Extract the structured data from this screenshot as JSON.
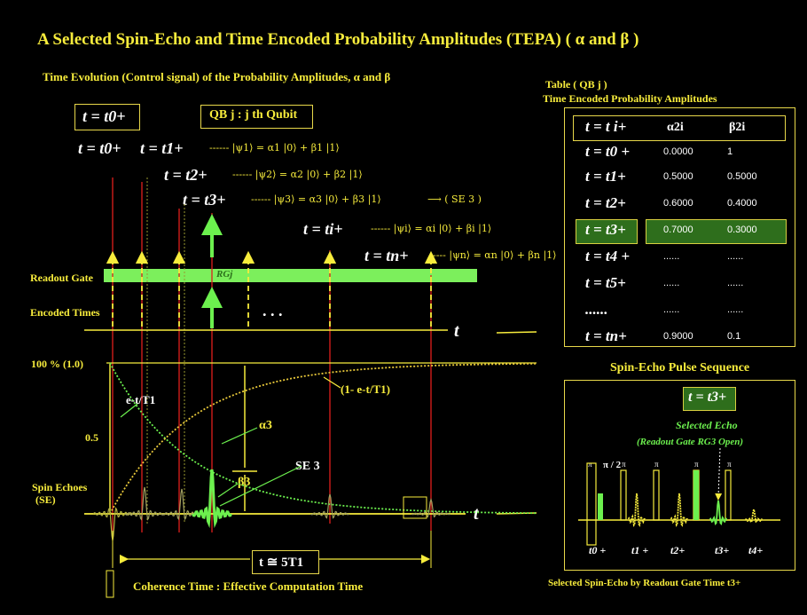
{
  "title": "A Selected Spin-Echo and Time Encoded Probability Amplitudes (TEPA) ( α and β )",
  "subtitle": "Time Evolution (Control signal) of the Probability Amplitudes, α and β",
  "t0_box": "t = t0+",
  "qbit_box": "QB j : j th Qubit",
  "time_labels": {
    "t0a": "t = t0+",
    "t1": "t = t1+",
    "t2": "t = t2+",
    "t3": "t = t3+",
    "ti": "t = ti+",
    "tn": "t = tn+"
  },
  "states": {
    "s1": "------ |ψ1⟩ = α1 |0⟩ + β1 |1⟩",
    "s2": "------ |ψ2⟩ = α2 |0⟩ + β2 |1⟩",
    "s3": "------ |ψ3⟩ = α3 |0⟩ + β3 |1⟩",
    "s3_arrow": "⟶ ( SE 3 )",
    "si": "------ |ψi⟩ = αi |0⟩ + βi |1⟩",
    "sn": "---- |ψn⟩ = αn |0⟩ + βn |1⟩"
  },
  "left_labels": {
    "readout_gate": "Readout Gate",
    "encoded_times": "Encoded Times",
    "hundred": "100 % (1.0)",
    "half": "0.5",
    "spin_echoes": "Spin Echoes",
    "se": "(SE)"
  },
  "rgj": "RGj",
  "dots": ". . .",
  "t_axis": "t",
  "curves": {
    "decay": "e-t/T1",
    "growth": "(1- e-t/T1)",
    "alpha3": "α3",
    "beta3": "β3",
    "se3": "SE 3"
  },
  "coherence_box": "t ≅ 5T1",
  "coherence_caption": "Coherence Time : Effective Computation Time",
  "table": {
    "caption_line1": "Table ( QB j )",
    "caption_line2": "Time Encoded Probability Amplitudes",
    "header": {
      "t": "t = t i+",
      "a": "α2i",
      "b": "β2i"
    },
    "rows": [
      {
        "t": "t = t0 +",
        "a": "0.0000",
        "b": "1"
      },
      {
        "t": "t = t1+",
        "a": "0.5000",
        "b": "0.5000"
      },
      {
        "t": "t = t2+",
        "a": "0.6000",
        "b": "0.4000"
      },
      {
        "t": "t = t3+",
        "a": "0.7000",
        "b": "0.3000"
      },
      {
        "t": "t = t4 +",
        "a": "......",
        "b": "......"
      },
      {
        "t": "t = t5+",
        "a": "......",
        "b": "......"
      },
      {
        "t": "......",
        "a": "......",
        "b": "......"
      },
      {
        "t": "t = tn+",
        "a": "0.9000",
        "b": "0.1"
      }
    ]
  },
  "pulse": {
    "title": "Spin-Echo Pulse Sequence",
    "t3_box": "t = t3+",
    "selected_echo": "Selected Echo",
    "readout_open": "(Readout Gate RG3 Open)",
    "pi": "π",
    "pi2": "π / 2",
    "ticks": [
      "t0 +",
      "t1 +",
      "t2+",
      "t3+",
      "t4+"
    ],
    "caption": "Selected Spin-Echo by Readout Gate Time t3+"
  },
  "colors": {
    "yellow": "#f7ec3c",
    "green": "#6cf04e",
    "red": "#e0201c",
    "white": "#ffffff"
  }
}
